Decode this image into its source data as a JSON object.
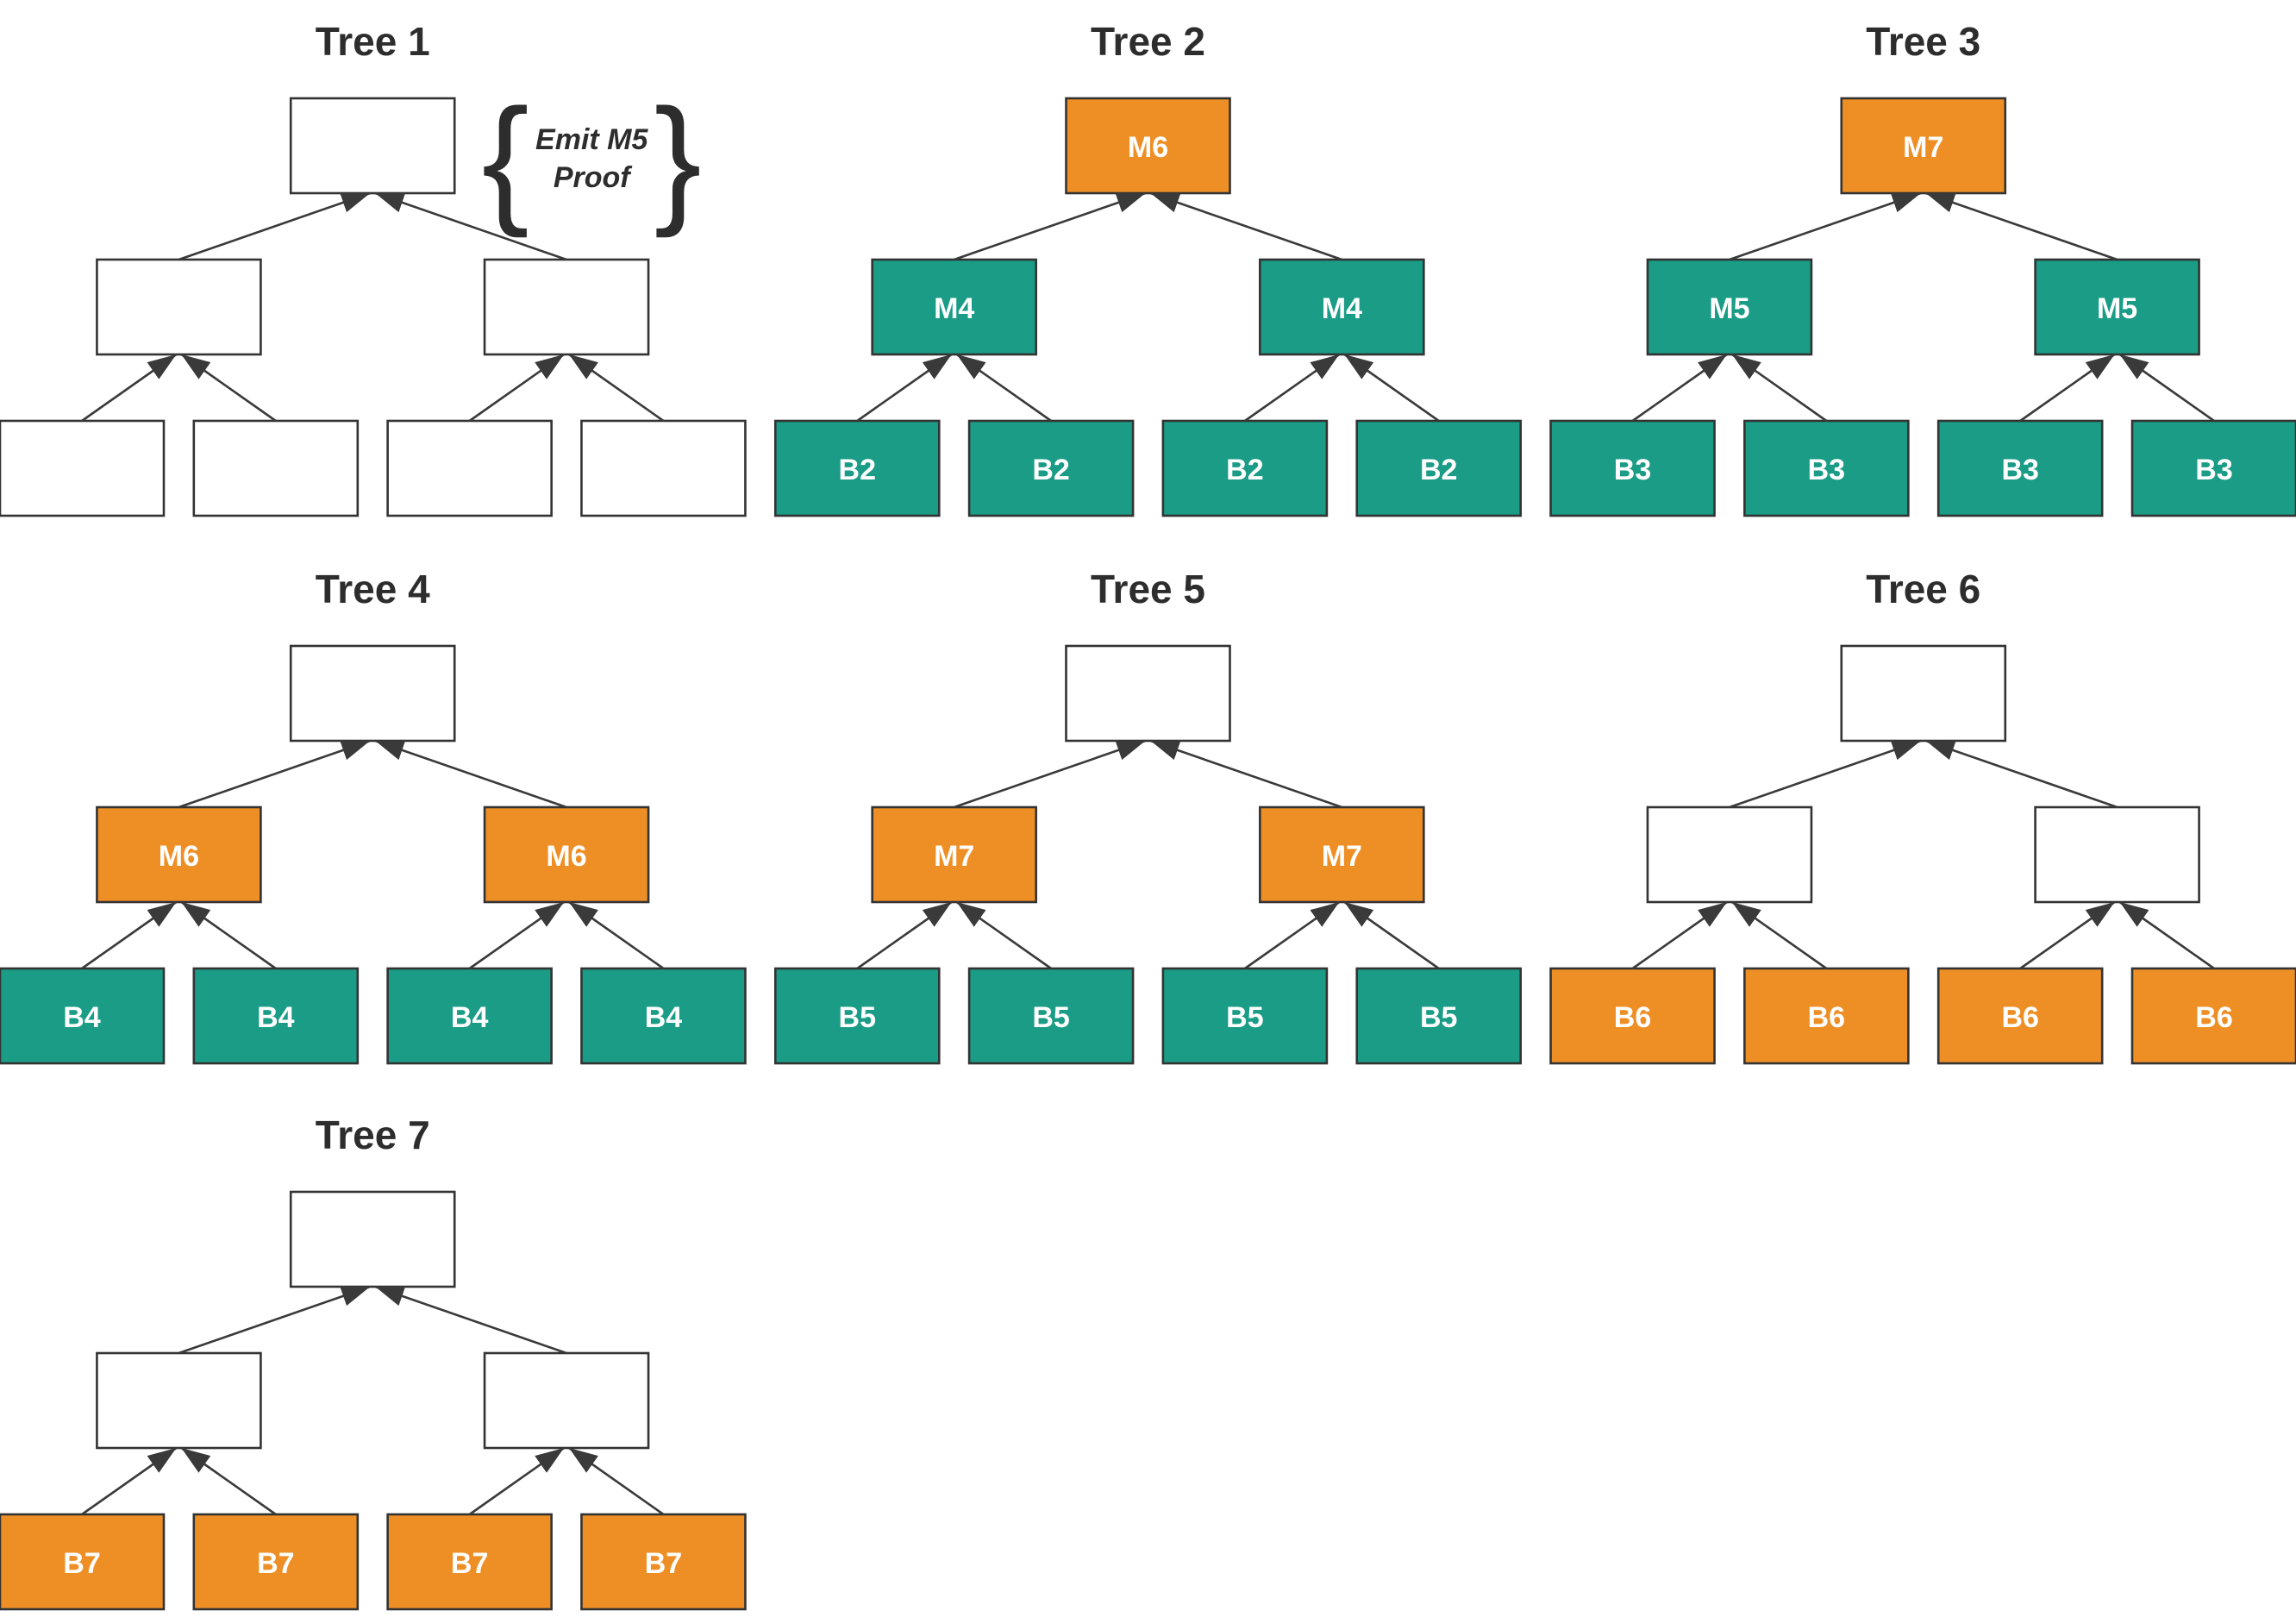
{
  "diagram": {
    "background": "#FFFFFF",
    "colors": {
      "teal": "#1A9C86",
      "orange": "#EE8F26",
      "white": "#FFFFFF",
      "border": "#333333",
      "arrow": "#3A3A3A",
      "title_text": "#2D2D2D",
      "label_text": "#FFFFFF",
      "annotation_text": "#2D2D2D"
    },
    "annotation": {
      "line1": "Emit M5",
      "line2": "Proof",
      "left_brace": "{",
      "right_brace": "}"
    },
    "trees": [
      {
        "title": "Tree 1",
        "row": 0,
        "col": 0,
        "has_annotation": true,
        "root": {
          "label": "",
          "fill": "white"
        },
        "mids": [
          {
            "label": "",
            "fill": "white"
          },
          {
            "label": "",
            "fill": "white"
          }
        ],
        "leaves": [
          {
            "label": "",
            "fill": "white"
          },
          {
            "label": "",
            "fill": "white"
          },
          {
            "label": "",
            "fill": "white"
          },
          {
            "label": "",
            "fill": "white"
          }
        ]
      },
      {
        "title": "Tree 2",
        "row": 0,
        "col": 1,
        "has_annotation": false,
        "root": {
          "label": "M6",
          "fill": "orange"
        },
        "mids": [
          {
            "label": "M4",
            "fill": "teal"
          },
          {
            "label": "M4",
            "fill": "teal"
          }
        ],
        "leaves": [
          {
            "label": "B2",
            "fill": "teal"
          },
          {
            "label": "B2",
            "fill": "teal"
          },
          {
            "label": "B2",
            "fill": "teal"
          },
          {
            "label": "B2",
            "fill": "teal"
          }
        ]
      },
      {
        "title": "Tree 3",
        "row": 0,
        "col": 2,
        "has_annotation": false,
        "root": {
          "label": "M7",
          "fill": "orange"
        },
        "mids": [
          {
            "label": "M5",
            "fill": "teal"
          },
          {
            "label": "M5",
            "fill": "teal"
          }
        ],
        "leaves": [
          {
            "label": "B3",
            "fill": "teal"
          },
          {
            "label": "B3",
            "fill": "teal"
          },
          {
            "label": "B3",
            "fill": "teal"
          },
          {
            "label": "B3",
            "fill": "teal"
          }
        ]
      },
      {
        "title": "Tree 4",
        "row": 1,
        "col": 0,
        "has_annotation": false,
        "root": {
          "label": "",
          "fill": "white"
        },
        "mids": [
          {
            "label": "M6",
            "fill": "orange"
          },
          {
            "label": "M6",
            "fill": "orange"
          }
        ],
        "leaves": [
          {
            "label": "B4",
            "fill": "teal"
          },
          {
            "label": "B4",
            "fill": "teal"
          },
          {
            "label": "B4",
            "fill": "teal"
          },
          {
            "label": "B4",
            "fill": "teal"
          }
        ]
      },
      {
        "title": "Tree 5",
        "row": 1,
        "col": 1,
        "has_annotation": false,
        "root": {
          "label": "",
          "fill": "white"
        },
        "mids": [
          {
            "label": "M7",
            "fill": "orange"
          },
          {
            "label": "M7",
            "fill": "orange"
          }
        ],
        "leaves": [
          {
            "label": "B5",
            "fill": "teal"
          },
          {
            "label": "B5",
            "fill": "teal"
          },
          {
            "label": "B5",
            "fill": "teal"
          },
          {
            "label": "B5",
            "fill": "teal"
          }
        ]
      },
      {
        "title": "Tree 6",
        "row": 1,
        "col": 2,
        "has_annotation": false,
        "root": {
          "label": "",
          "fill": "white"
        },
        "mids": [
          {
            "label": "",
            "fill": "white"
          },
          {
            "label": "",
            "fill": "white"
          }
        ],
        "leaves": [
          {
            "label": "B6",
            "fill": "orange"
          },
          {
            "label": "B6",
            "fill": "orange"
          },
          {
            "label": "B6",
            "fill": "orange"
          },
          {
            "label": "B6",
            "fill": "orange"
          }
        ]
      },
      {
        "title": "Tree 7",
        "row": 2,
        "col": 0,
        "has_annotation": false,
        "root": {
          "label": "",
          "fill": "white"
        },
        "mids": [
          {
            "label": "",
            "fill": "white"
          },
          {
            "label": "",
            "fill": "white"
          }
        ],
        "leaves": [
          {
            "label": "B7",
            "fill": "orange"
          },
          {
            "label": "B7",
            "fill": "orange"
          },
          {
            "label": "B7",
            "fill": "orange"
          },
          {
            "label": "B7",
            "fill": "orange"
          }
        ]
      }
    ]
  }
}
